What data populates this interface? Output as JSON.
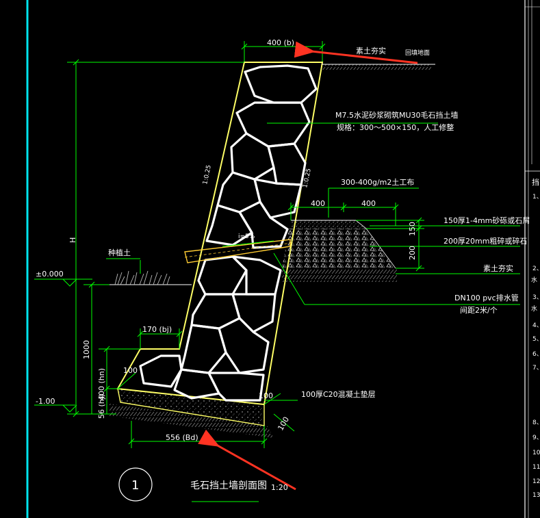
{
  "drawing": {
    "title": "毛石挡土墙剖面图",
    "scale": "1:20",
    "detail_number": "1"
  },
  "dimensions": {
    "top_width": "400 (b)",
    "bottom_width": "556 (Bd)",
    "toe_width": "170 (bj)",
    "height_label": "H",
    "toe_depth": "1000",
    "embed_depth": "400 (hn)",
    "embed_extra": "56 (hj)",
    "base_thickness": "100",
    "slope_back": "1:0.25",
    "slope_front": "1:0.25",
    "geotextile_w1": "400",
    "geotextile_w2": "400",
    "drain_h1": "150",
    "drain_h2": "200",
    "base_corner_a": "100",
    "base_corner_b": "100",
    "base_corner_c": "100",
    "pipe_slope": "i=5%"
  },
  "elevations": {
    "ground": "±0.000",
    "base": "-1.00"
  },
  "notes": {
    "fill_top": "素土夯实",
    "fill_top_small": "回填地面",
    "wall_material": "M7.5水泥砂浆砌筑MU30毛石挡土墙",
    "wall_spec": "规格：300～500×150，人工修整",
    "geotextile": "300-400g/m2土工布",
    "sand_layer": "150厚1-4mm砂砾或石屑",
    "gravel_layer": "200厚20mm粗碎或碎石",
    "compacted": "素土夯实",
    "pipe": "DN100  pvc排水管",
    "pipe_spacing": "间距2米/个",
    "planting_soil": "种植土",
    "base_layer": "100厚C20混凝土垫层"
  },
  "side_panel": {
    "title": "挡",
    "numbers": [
      "1、",
      "2、",
      "3、",
      "4、",
      "5、",
      "6、",
      "7、",
      "8、",
      "9、",
      "10",
      "11",
      "12",
      "13"
    ],
    "fragments": [
      "水",
      "水"
    ]
  },
  "colors": {
    "background": "#000000",
    "wall_line": "#ffff66",
    "dimension": "#00ff00",
    "text": "#ffffff",
    "arrow": "#ff3322",
    "frame": "#00e5ee"
  }
}
